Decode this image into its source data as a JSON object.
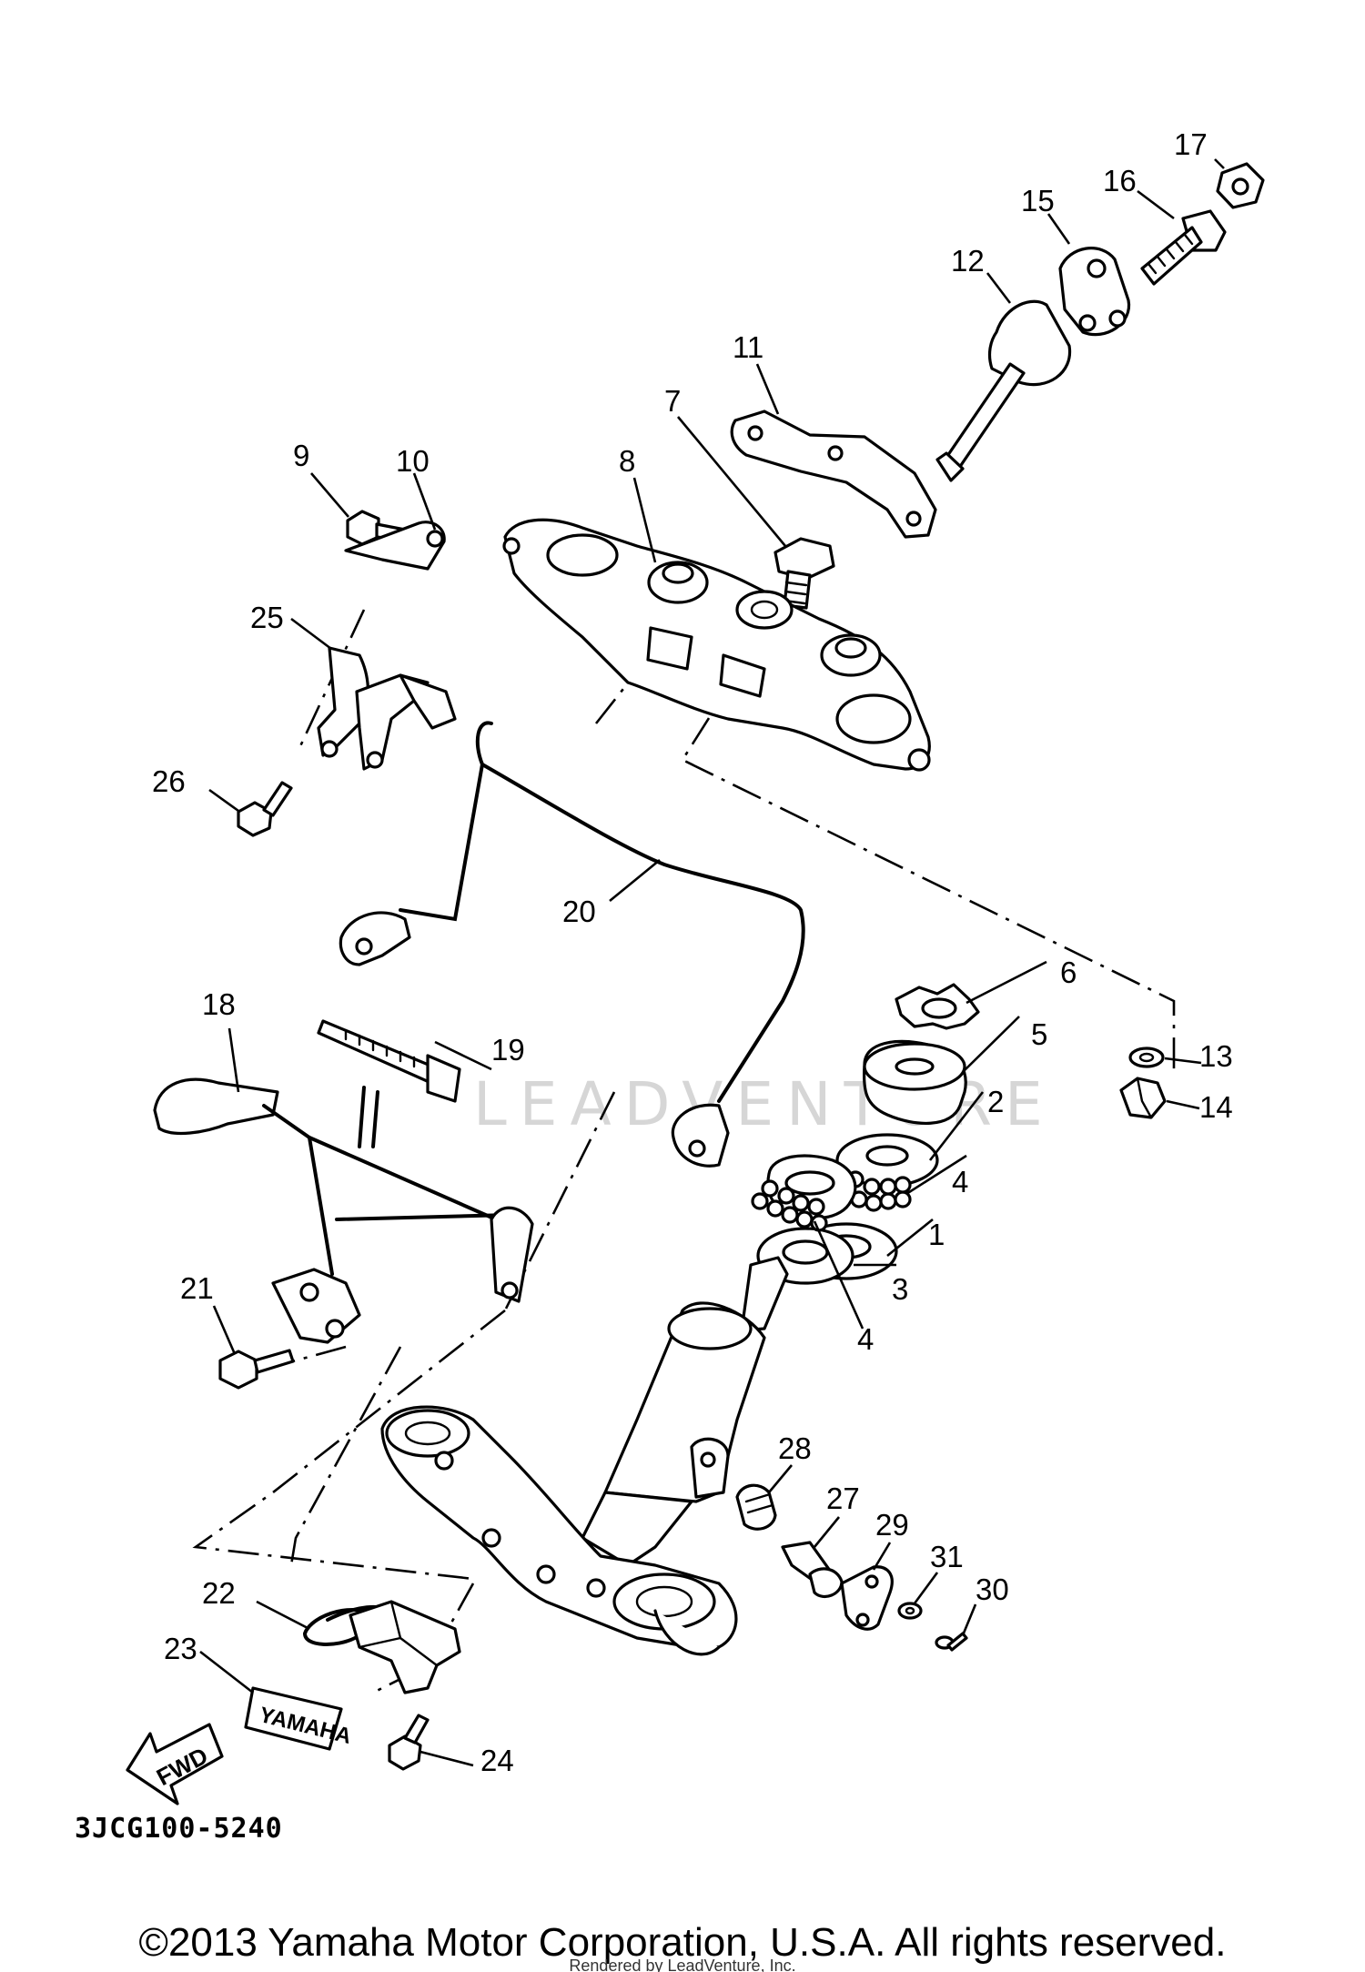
{
  "diagram": {
    "code": "3JCG100-5240",
    "copyright": "©2013 Yamaha Motor Corporation, U.S.A. All rights reserved.",
    "rendered_by": "Rendered by LeadVenture, Inc.",
    "watermark": "LEADVENTURE",
    "fwd_label": "FWD",
    "brand_label": "YAMAHA"
  },
  "callouts": {
    "c1": "1",
    "c2": "2",
    "c3": "3",
    "c4a": "4",
    "c4b": "4",
    "c5": "5",
    "c6": "6",
    "c7": "7",
    "c8": "8",
    "c9": "9",
    "c10": "10",
    "c11": "11",
    "c12": "12",
    "c13": "13",
    "c14": "14",
    "c15": "15",
    "c16": "16",
    "c17": "17",
    "c18": "18",
    "c19": "19",
    "c20": "20",
    "c21": "21",
    "c22": "22",
    "c23": "23",
    "c24": "24",
    "c25": "25",
    "c26": "26",
    "c27": "27",
    "c28": "28",
    "c29": "29",
    "c30": "30",
    "c31": "31"
  },
  "colors": {
    "ink": "#000000",
    "paper": "#ffffff",
    "watermark": "#d6d6d6"
  }
}
